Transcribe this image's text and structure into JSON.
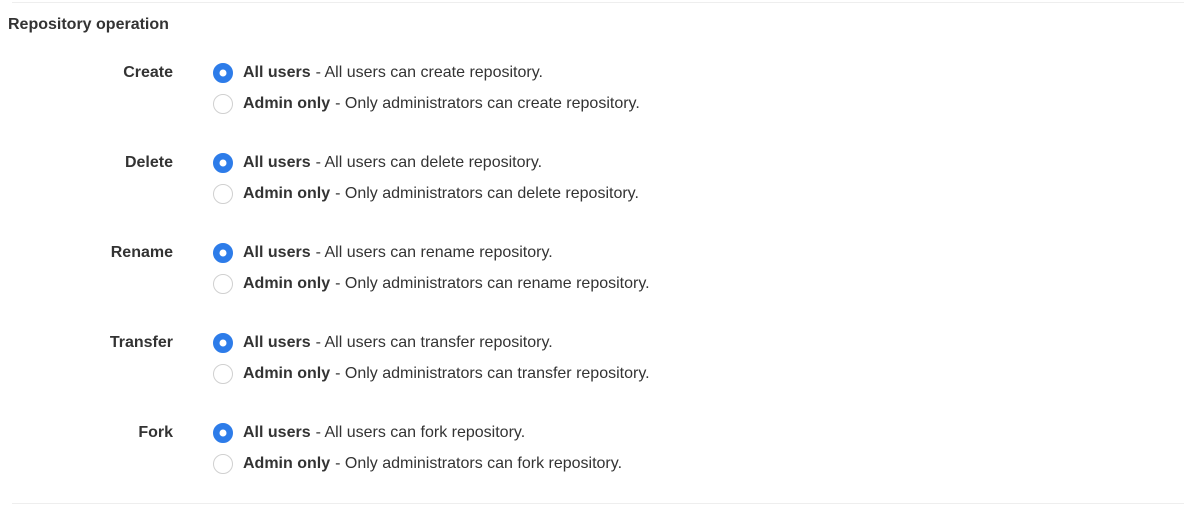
{
  "section": {
    "title": "Repository operation"
  },
  "colors": {
    "radio_selected": "#2d7ce9",
    "radio_border": "#d0d0d0",
    "text": "#333333",
    "divider": "#eeeeee"
  },
  "groups": [
    {
      "label": "Create",
      "options": [
        {
          "name": "All users",
          "desc": "- All users can create repository.",
          "selected": true
        },
        {
          "name": "Admin only",
          "desc": "- Only administrators can create repository.",
          "selected": false
        }
      ]
    },
    {
      "label": "Delete",
      "options": [
        {
          "name": "All users",
          "desc": "- All users can delete repository.",
          "selected": true
        },
        {
          "name": "Admin only",
          "desc": "- Only administrators can delete repository.",
          "selected": false
        }
      ]
    },
    {
      "label": "Rename",
      "options": [
        {
          "name": "All users",
          "desc": "- All users can rename repository.",
          "selected": true
        },
        {
          "name": "Admin only",
          "desc": "- Only administrators can rename repository.",
          "selected": false
        }
      ]
    },
    {
      "label": "Transfer",
      "options": [
        {
          "name": "All users",
          "desc": "- All users can transfer repository.",
          "selected": true
        },
        {
          "name": "Admin only",
          "desc": "- Only administrators can transfer repository.",
          "selected": false
        }
      ]
    },
    {
      "label": "Fork",
      "options": [
        {
          "name": "All users",
          "desc": "- All users can fork repository.",
          "selected": true
        },
        {
          "name": "Admin only",
          "desc": "- Only administrators can fork repository.",
          "selected": false
        }
      ]
    }
  ]
}
